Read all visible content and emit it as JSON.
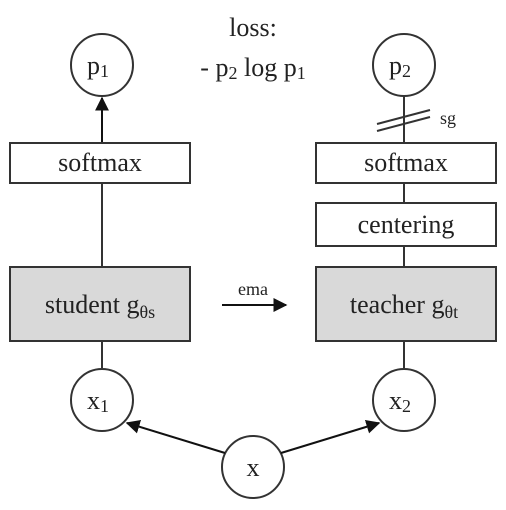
{
  "loss": {
    "line1": "loss:",
    "line2_prefix": "- p",
    "line2_sub1": "2",
    "line2_mid": " log p",
    "line2_sub2": "1"
  },
  "student": {
    "output": {
      "main": "p",
      "sub": "1"
    },
    "softmax": "softmax",
    "network": {
      "main": "student g",
      "sub": "θs"
    },
    "input": {
      "main": "x",
      "sub": "1"
    }
  },
  "teacher": {
    "output": {
      "main": "p",
      "sub": "2"
    },
    "stop_gradient": "sg",
    "softmax": "softmax",
    "centering": "centering",
    "network": {
      "main": "teacher g",
      "sub": "θt"
    },
    "input": {
      "main": "x",
      "sub": "2"
    }
  },
  "ema_label": "ema",
  "source": {
    "main": "x"
  }
}
